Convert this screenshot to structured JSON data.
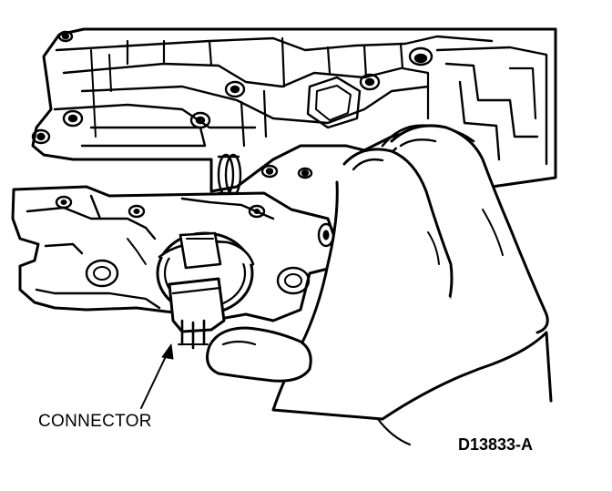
{
  "diagram": {
    "callouts": [
      {
        "id": "connector",
        "text": "CONNECTOR"
      }
    ],
    "figure_number": "D13833-A",
    "colors": {
      "ink": "#000000",
      "paper": "#ffffff"
    }
  }
}
